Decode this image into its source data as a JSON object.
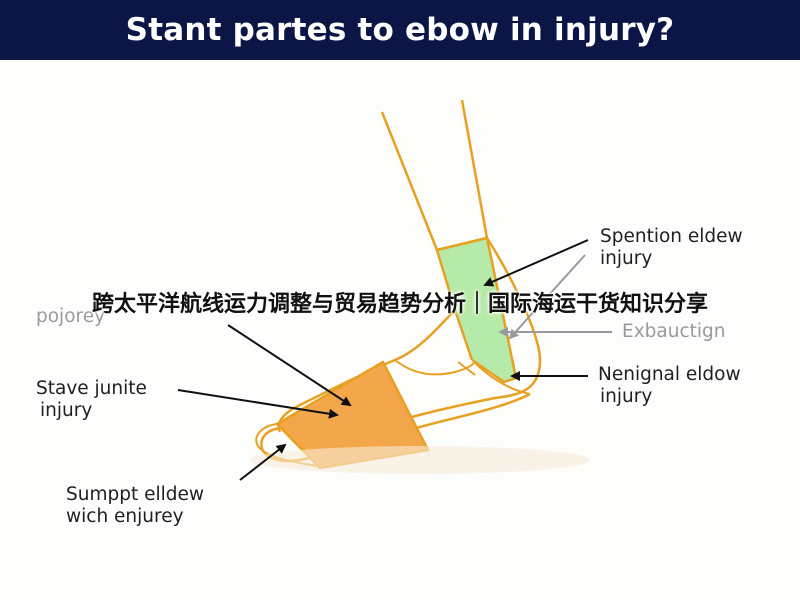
{
  "title": "Stant partes to ebow in injury?",
  "watermark": "跨太平洋航线运力调整与贸易趋势分析｜国际海运干货知识分享",
  "labels": {
    "partial_top": "pojorey",
    "spention_line1": "Spention eldew",
    "spention_line2": "injury",
    "exbauction": "Exbauctign",
    "nenignal_line1": "Nenignal eldow",
    "nenignal_line2": "injury",
    "stave_line1": "Stave junite",
    "stave_line2": "injury",
    "sumppt_line1": "Sumppt elldew",
    "sumppt_line2": "wich enjurey"
  },
  "colors": {
    "title_bg": "#0b1646",
    "outline": "#e8a020",
    "green_region": "#b6eaa8",
    "orange_region": "#f4a64a",
    "arrow": "#111111"
  }
}
